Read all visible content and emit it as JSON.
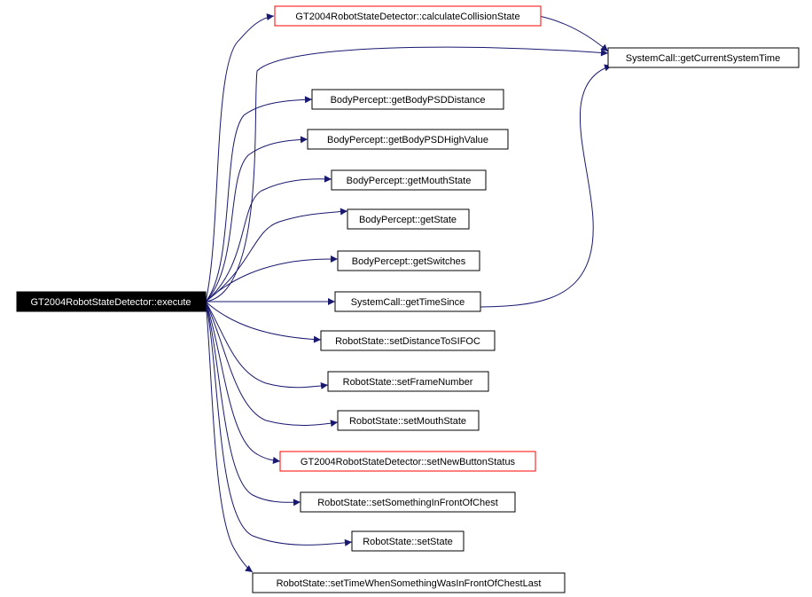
{
  "colors": {
    "edge": "#191970",
    "node_border": "#000000",
    "node_border_highlight": "#ff0000",
    "root_fill": "#000000",
    "root_text": "#ffffff",
    "background": "#ffffff"
  },
  "graph": {
    "root": "GT2004RobotStateDetector::execute",
    "nodes": [
      {
        "id": "root",
        "label": "GT2004RobotStateDetector::execute",
        "style": "root"
      },
      {
        "id": "calcCollision",
        "label": "GT2004RobotStateDetector::calculateCollisionState",
        "style": "highlight"
      },
      {
        "id": "getCurrentSystemTime",
        "label": "SystemCall::getCurrentSystemTime",
        "style": "normal"
      },
      {
        "id": "getBodyPSDDistance",
        "label": "BodyPercept::getBodyPSDDistance",
        "style": "normal"
      },
      {
        "id": "getBodyPSDHighValue",
        "label": "BodyPercept::getBodyPSDHighValue",
        "style": "normal"
      },
      {
        "id": "getMouthState",
        "label": "BodyPercept::getMouthState",
        "style": "normal"
      },
      {
        "id": "getState",
        "label": "BodyPercept::getState",
        "style": "normal"
      },
      {
        "id": "getSwitches",
        "label": "BodyPercept::getSwitches",
        "style": "normal"
      },
      {
        "id": "getTimeSince",
        "label": "SystemCall::getTimeSince",
        "style": "normal"
      },
      {
        "id": "setDistanceToSIFOC",
        "label": "RobotState::setDistanceToSIFOC",
        "style": "normal"
      },
      {
        "id": "setFrameNumber",
        "label": "RobotState::setFrameNumber",
        "style": "normal"
      },
      {
        "id": "setMouthState",
        "label": "RobotState::setMouthState",
        "style": "normal"
      },
      {
        "id": "setNewButtonStatus",
        "label": "GT2004RobotStateDetector::setNewButtonStatus",
        "style": "highlight"
      },
      {
        "id": "setSomethingInFrontOfChest",
        "label": "RobotState::setSomethingInFrontOfChest",
        "style": "normal"
      },
      {
        "id": "setState",
        "label": "RobotState::setState",
        "style": "normal"
      },
      {
        "id": "setTimeWhenSomething",
        "label": "RobotState::setTimeWhenSomethingWasInFrontOfChestLast",
        "style": "normal"
      }
    ],
    "edges": [
      {
        "from": "root",
        "to": "calcCollision"
      },
      {
        "from": "root",
        "to": "getCurrentSystemTime"
      },
      {
        "from": "root",
        "to": "getBodyPSDDistance"
      },
      {
        "from": "root",
        "to": "getBodyPSDHighValue"
      },
      {
        "from": "root",
        "to": "getMouthState"
      },
      {
        "from": "root",
        "to": "getState"
      },
      {
        "from": "root",
        "to": "getSwitches"
      },
      {
        "from": "root",
        "to": "getTimeSince"
      },
      {
        "from": "root",
        "to": "setDistanceToSIFOC"
      },
      {
        "from": "root",
        "to": "setFrameNumber"
      },
      {
        "from": "root",
        "to": "setMouthState"
      },
      {
        "from": "root",
        "to": "setNewButtonStatus"
      },
      {
        "from": "root",
        "to": "setSomethingInFrontOfChest"
      },
      {
        "from": "root",
        "to": "setState"
      },
      {
        "from": "root",
        "to": "setTimeWhenSomething"
      },
      {
        "from": "calcCollision",
        "to": "getCurrentSystemTime"
      },
      {
        "from": "getTimeSince",
        "to": "getCurrentSystemTime"
      }
    ]
  }
}
